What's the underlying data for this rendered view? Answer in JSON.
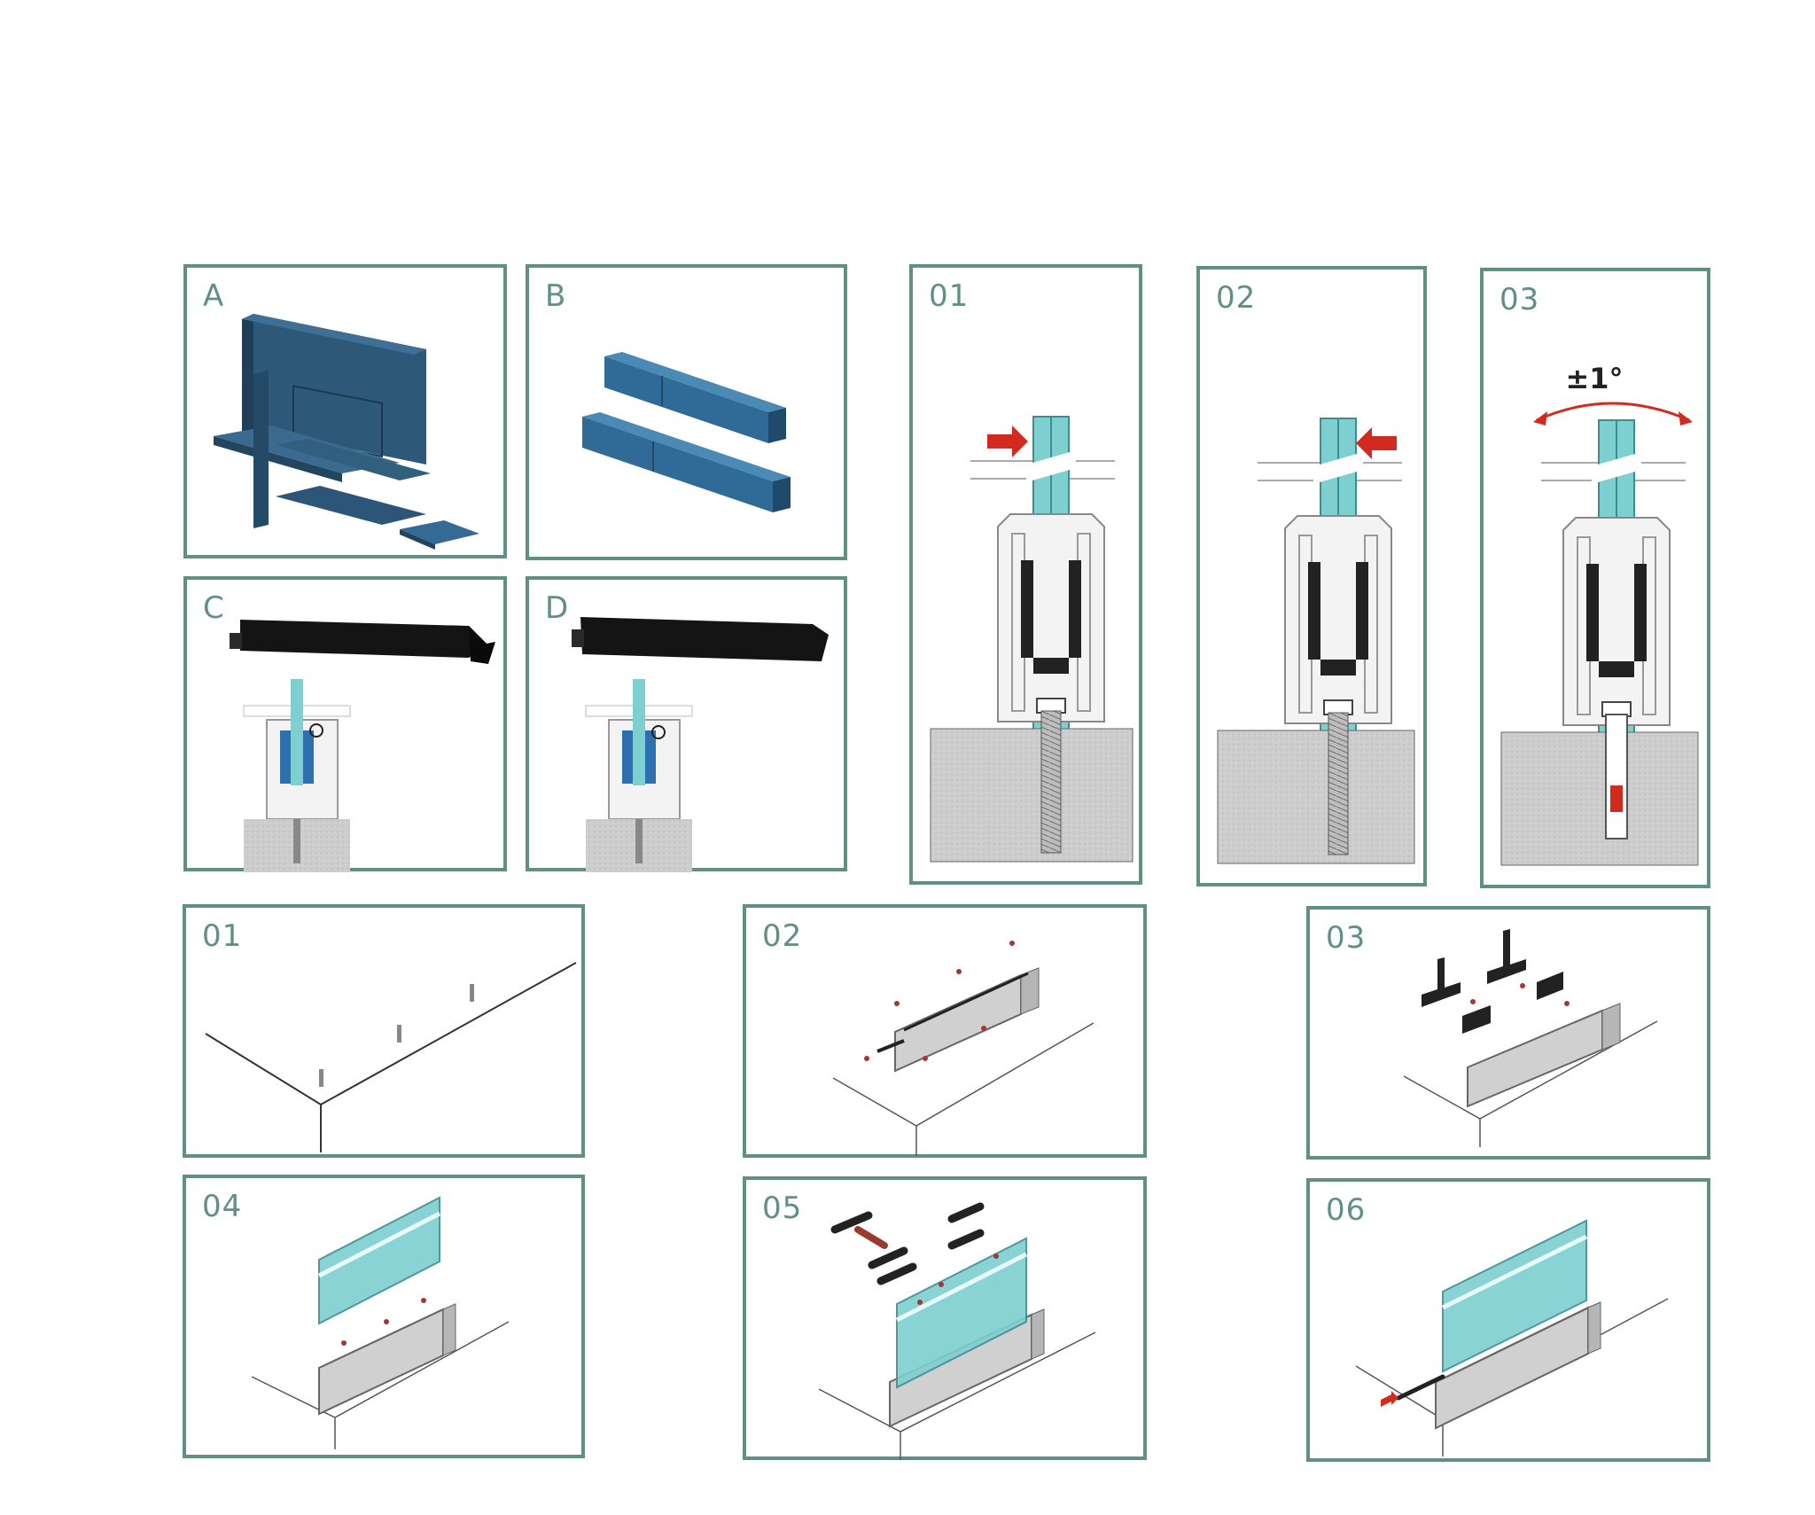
{
  "components": {
    "A": "A",
    "B": "B",
    "C": "C",
    "D": "D"
  },
  "section_steps": {
    "s01": "01",
    "s02": "02",
    "s03": "03",
    "angle": "±1°"
  },
  "install_steps": {
    "i01": "01",
    "i02": "02",
    "i03": "03",
    "i04": "04",
    "i05": "05",
    "i06": "06"
  },
  "colors": {
    "frame": "#5f8f85",
    "glass": "#7ecfd0",
    "part_blue": "#2f5d86",
    "arrow_red": "#d22a1e",
    "concrete": "#cfcfcf"
  }
}
